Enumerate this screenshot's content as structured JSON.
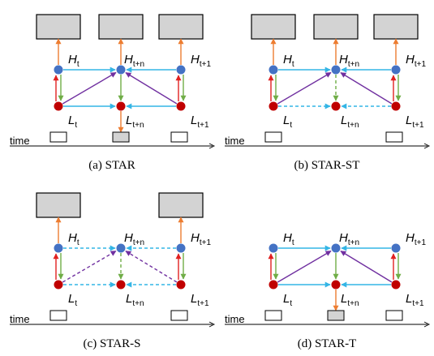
{
  "time_label": "time",
  "node_labels": {
    "H": "H",
    "L": "L",
    "sub_t": "t",
    "sub_tn": "t+n",
    "sub_t1": "t+1"
  },
  "colors": {
    "box_fill": "#d3d3d3",
    "h_node": "#4472c4",
    "l_node": "#c00000",
    "cyan": "#33b5e5",
    "green": "#70ad47",
    "red": "#e02020",
    "purple": "#7030a0",
    "orange": "#ed7d31"
  },
  "panels": [
    {
      "id": "a",
      "caption": "(a) STAR",
      "top_boxes": [
        true,
        true,
        true
      ],
      "time_boxes": [
        "empty",
        "filled",
        "empty"
      ],
      "edges": [
        {
          "from": "L0",
          "to": "H0",
          "color": "red",
          "style": "solid"
        },
        {
          "from": "H0",
          "to": "L0",
          "color": "green",
          "style": "solid"
        },
        {
          "from": "L2",
          "to": "H2",
          "color": "red",
          "style": "solid"
        },
        {
          "from": "H2",
          "to": "L2",
          "color": "green",
          "style": "solid"
        },
        {
          "from": "H0",
          "to": "H1",
          "color": "cyan",
          "style": "solid"
        },
        {
          "from": "H2",
          "to": "H1",
          "color": "cyan",
          "style": "solid"
        },
        {
          "from": "L0",
          "to": "L1",
          "color": "cyan",
          "style": "solid"
        },
        {
          "from": "L2",
          "to": "L1",
          "color": "cyan",
          "style": "solid"
        },
        {
          "from": "L0",
          "to": "H1",
          "color": "purple",
          "style": "solid"
        },
        {
          "from": "L2",
          "to": "H1",
          "color": "purple",
          "style": "solid"
        },
        {
          "from": "H1",
          "to": "L1",
          "color": "green",
          "style": "solid"
        },
        {
          "from": "H0",
          "to": "B0",
          "color": "orange",
          "style": "solid"
        },
        {
          "from": "H1",
          "to": "B1",
          "color": "orange",
          "style": "solid"
        },
        {
          "from": "H2",
          "to": "B2",
          "color": "orange",
          "style": "solid"
        },
        {
          "from": "L1",
          "to": "T1",
          "color": "orange",
          "style": "solid"
        }
      ]
    },
    {
      "id": "b",
      "caption": "(b) STAR-ST",
      "top_boxes": [
        true,
        true,
        true
      ],
      "time_boxes": [
        "empty",
        "none",
        "empty"
      ],
      "edges": [
        {
          "from": "L0",
          "to": "H0",
          "color": "red",
          "style": "solid"
        },
        {
          "from": "H0",
          "to": "L0",
          "color": "green",
          "style": "solid"
        },
        {
          "from": "L2",
          "to": "H2",
          "color": "red",
          "style": "solid"
        },
        {
          "from": "H2",
          "to": "L2",
          "color": "green",
          "style": "solid"
        },
        {
          "from": "H0",
          "to": "H1",
          "color": "cyan",
          "style": "solid"
        },
        {
          "from": "H2",
          "to": "H1",
          "color": "cyan",
          "style": "solid"
        },
        {
          "from": "L0",
          "to": "L1",
          "color": "cyan",
          "style": "dashed"
        },
        {
          "from": "L2",
          "to": "L1",
          "color": "cyan",
          "style": "dashed"
        },
        {
          "from": "L0",
          "to": "H1",
          "color": "purple",
          "style": "solid"
        },
        {
          "from": "L2",
          "to": "H1",
          "color": "purple",
          "style": "solid"
        },
        {
          "from": "H1",
          "to": "L1",
          "color": "green",
          "style": "dashed"
        },
        {
          "from": "H0",
          "to": "B0",
          "color": "orange",
          "style": "solid"
        },
        {
          "from": "H1",
          "to": "B1",
          "color": "orange",
          "style": "solid"
        },
        {
          "from": "H2",
          "to": "B2",
          "color": "orange",
          "style": "solid"
        }
      ]
    },
    {
      "id": "c",
      "caption": "(c) STAR-S",
      "top_boxes": [
        true,
        false,
        true
      ],
      "time_boxes": [
        "empty",
        "none",
        "empty"
      ],
      "edges": [
        {
          "from": "L0",
          "to": "H0",
          "color": "red",
          "style": "solid"
        },
        {
          "from": "H0",
          "to": "L0",
          "color": "green",
          "style": "solid"
        },
        {
          "from": "L2",
          "to": "H2",
          "color": "red",
          "style": "solid"
        },
        {
          "from": "H2",
          "to": "L2",
          "color": "green",
          "style": "solid"
        },
        {
          "from": "H0",
          "to": "H1",
          "color": "cyan",
          "style": "dashed"
        },
        {
          "from": "H2",
          "to": "H1",
          "color": "cyan",
          "style": "dashed"
        },
        {
          "from": "L0",
          "to": "L1",
          "color": "cyan",
          "style": "dashed"
        },
        {
          "from": "L2",
          "to": "L1",
          "color": "cyan",
          "style": "dashed"
        },
        {
          "from": "L0",
          "to": "H1",
          "color": "purple",
          "style": "dashed"
        },
        {
          "from": "L2",
          "to": "H1",
          "color": "purple",
          "style": "dashed"
        },
        {
          "from": "H1",
          "to": "L1",
          "color": "green",
          "style": "dashed"
        },
        {
          "from": "H0",
          "to": "B0",
          "color": "orange",
          "style": "solid"
        },
        {
          "from": "H2",
          "to": "B2",
          "color": "orange",
          "style": "solid"
        }
      ]
    },
    {
      "id": "d",
      "caption": "(d) STAR-T",
      "top_boxes": [
        false,
        false,
        false
      ],
      "time_boxes": [
        "empty",
        "filled",
        "empty"
      ],
      "edges": [
        {
          "from": "L0",
          "to": "H0",
          "color": "red",
          "style": "solid"
        },
        {
          "from": "H0",
          "to": "L0",
          "color": "green",
          "style": "solid"
        },
        {
          "from": "L2",
          "to": "H2",
          "color": "red",
          "style": "solid"
        },
        {
          "from": "H2",
          "to": "L2",
          "color": "green",
          "style": "solid"
        },
        {
          "from": "H0",
          "to": "H1",
          "color": "cyan",
          "style": "solid"
        },
        {
          "from": "H2",
          "to": "H1",
          "color": "cyan",
          "style": "solid"
        },
        {
          "from": "L0",
          "to": "L1",
          "color": "cyan",
          "style": "solid"
        },
        {
          "from": "L2",
          "to": "L1",
          "color": "cyan",
          "style": "solid"
        },
        {
          "from": "L0",
          "to": "H1",
          "color": "purple",
          "style": "solid"
        },
        {
          "from": "L2",
          "to": "H1",
          "color": "purple",
          "style": "solid"
        },
        {
          "from": "H1",
          "to": "L1",
          "color": "green",
          "style": "solid"
        },
        {
          "from": "L1",
          "to": "T1",
          "color": "orange",
          "style": "solid"
        }
      ]
    }
  ]
}
